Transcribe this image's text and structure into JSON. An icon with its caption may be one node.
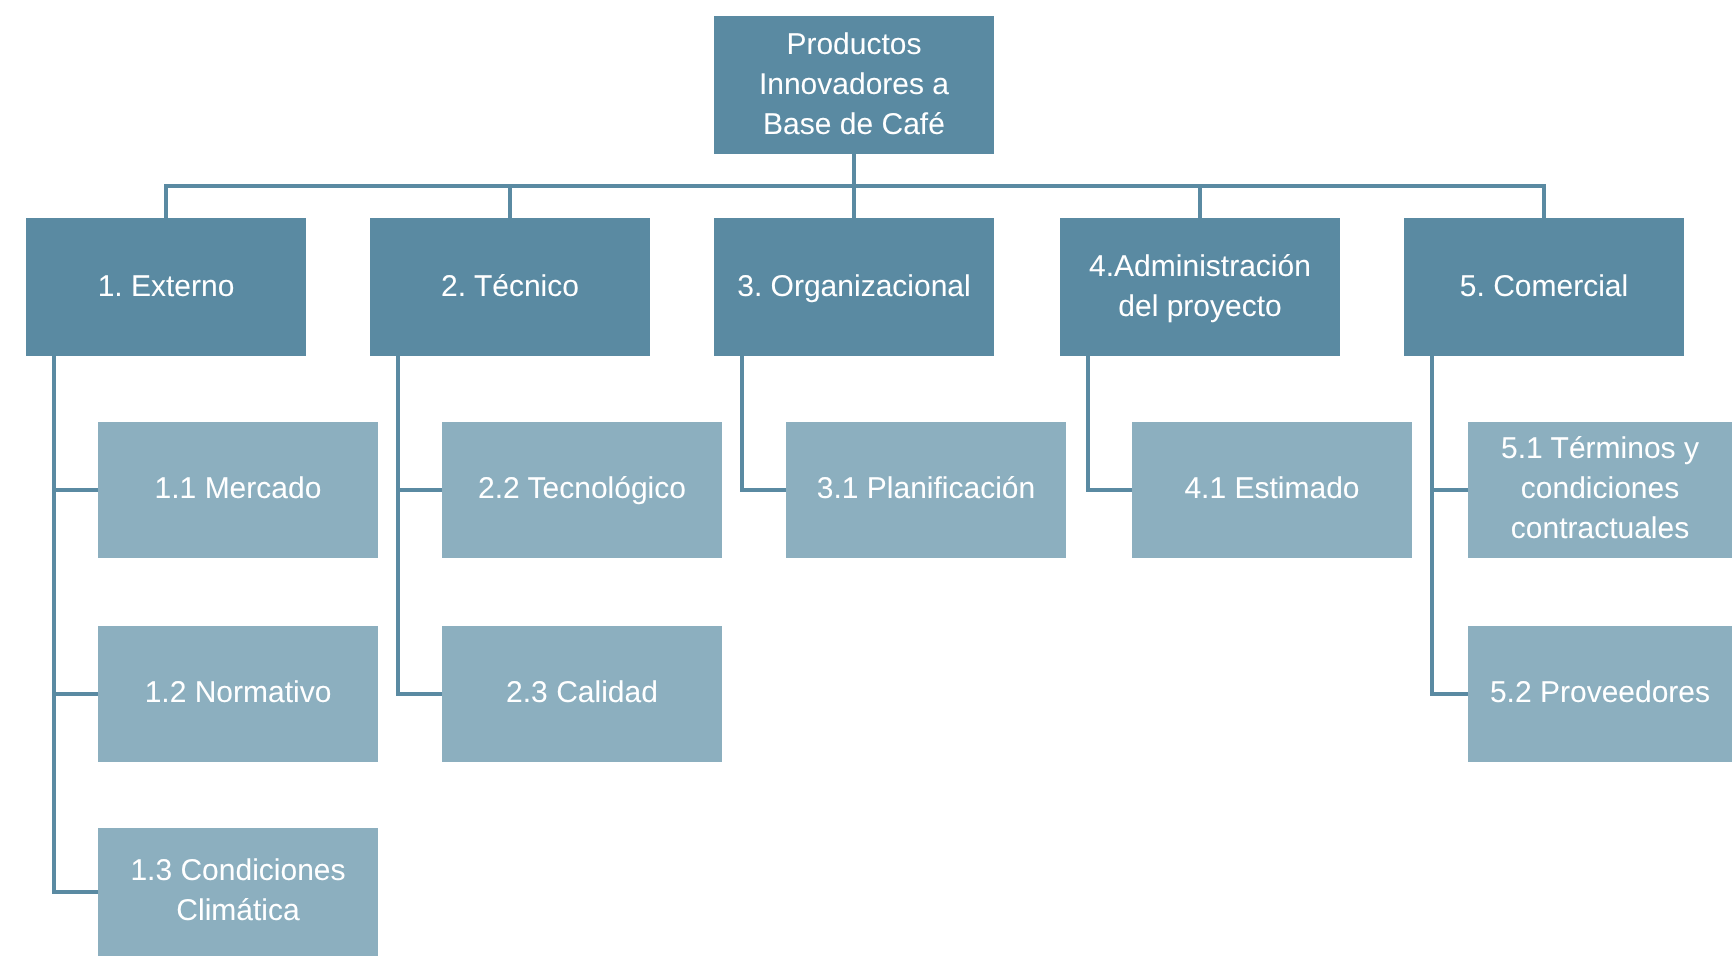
{
  "diagram": {
    "nodes": [
      {
        "text": [
          "Productos Innovadores a Base de Café"
        ]
      },
      {
        "text": [
          "1. Externo"
        ]
      },
      {
        "text": [
          "2. Técnico"
        ]
      },
      {
        "text": [
          "3. Organizacional"
        ]
      },
      {
        "text": [
          "4.Administración del proyecto"
        ]
      },
      {
        "text": [
          "5. Comercial"
        ]
      },
      {
        "text": [
          "1.1 Mercado"
        ]
      },
      {
        "text": [
          "1.2 Normativo"
        ]
      },
      {
        "text": [
          "1.3 Condiciones Climática"
        ]
      },
      {
        "text": [
          "2.2 Tecnológico"
        ]
      },
      {
        "text": [
          "2.3 Calidad"
        ]
      },
      {
        "text": [
          "3.1 Planificación"
        ]
      },
      {
        "text": [
          "4.1 Estimado"
        ]
      },
      {
        "text": [
          "5.1 Términos y condiciones contractuales"
        ]
      },
      {
        "text": [
          "5.2 Proveedores"
        ]
      }
    ],
    "edges": [
      {
        "from": 0,
        "to": 1,
        "arrow": "none"
      },
      {
        "from": 0,
        "to": 2,
        "arrow": "none"
      },
      {
        "from": 0,
        "to": 3,
        "arrow": "none"
      },
      {
        "from": 0,
        "to": 4,
        "arrow": "none"
      },
      {
        "from": 0,
        "to": 5,
        "arrow": "none"
      },
      {
        "from": 1,
        "to": 6,
        "arrow": "none"
      },
      {
        "from": 1,
        "to": 7,
        "arrow": "none"
      },
      {
        "from": 1,
        "to": 8,
        "arrow": "none"
      },
      {
        "from": 2,
        "to": 9,
        "arrow": "none"
      },
      {
        "from": 2,
        "to": 10,
        "arrow": "none"
      },
      {
        "from": 3,
        "to": 11,
        "arrow": "none"
      },
      {
        "from": 4,
        "to": 12,
        "arrow": "none"
      },
      {
        "from": 5,
        "to": 13,
        "arrow": "none"
      },
      {
        "from": 5,
        "to": 14,
        "arrow": "none"
      }
    ]
  }
}
